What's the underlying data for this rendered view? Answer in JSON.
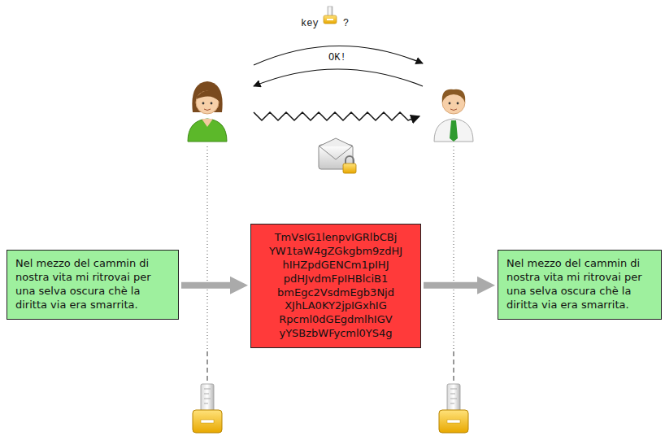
{
  "diagram": {
    "nodes": [
      {
        "text": [
          "Nel mezzo del cammin di nostra vita mi ritrovai per una selva oscura chè la diritta via era smarrita."
        ]
      },
      {
        "text": [
          "TmVsIG1lenpvIGRlbCBj YW1taW4gZGkgbm9zdHJ hIHZpdGENCm1pIHJ pdHJvdmFpIHBlciB1 bmEgc2VsdmEgb3Njd XJhLA0KY2jpIGxhIG Rpcml0dGEgdmlhIGV yYSBzbWFycml0YS4g"
        ]
      },
      {
        "text": [
          "Nel mezzo del cammin di nostra vita mi ritrovai per una selva oscura chè la diritta via era smarrita."
        ]
      }
    ],
    "edges": [
      {
        "from": 0,
        "to": 1,
        "arrow": "to"
      },
      {
        "from": 1,
        "to": 2,
        "arrow": "to"
      }
    ],
    "labels": [
      "key",
      "?",
      "OK!"
    ]
  }
}
